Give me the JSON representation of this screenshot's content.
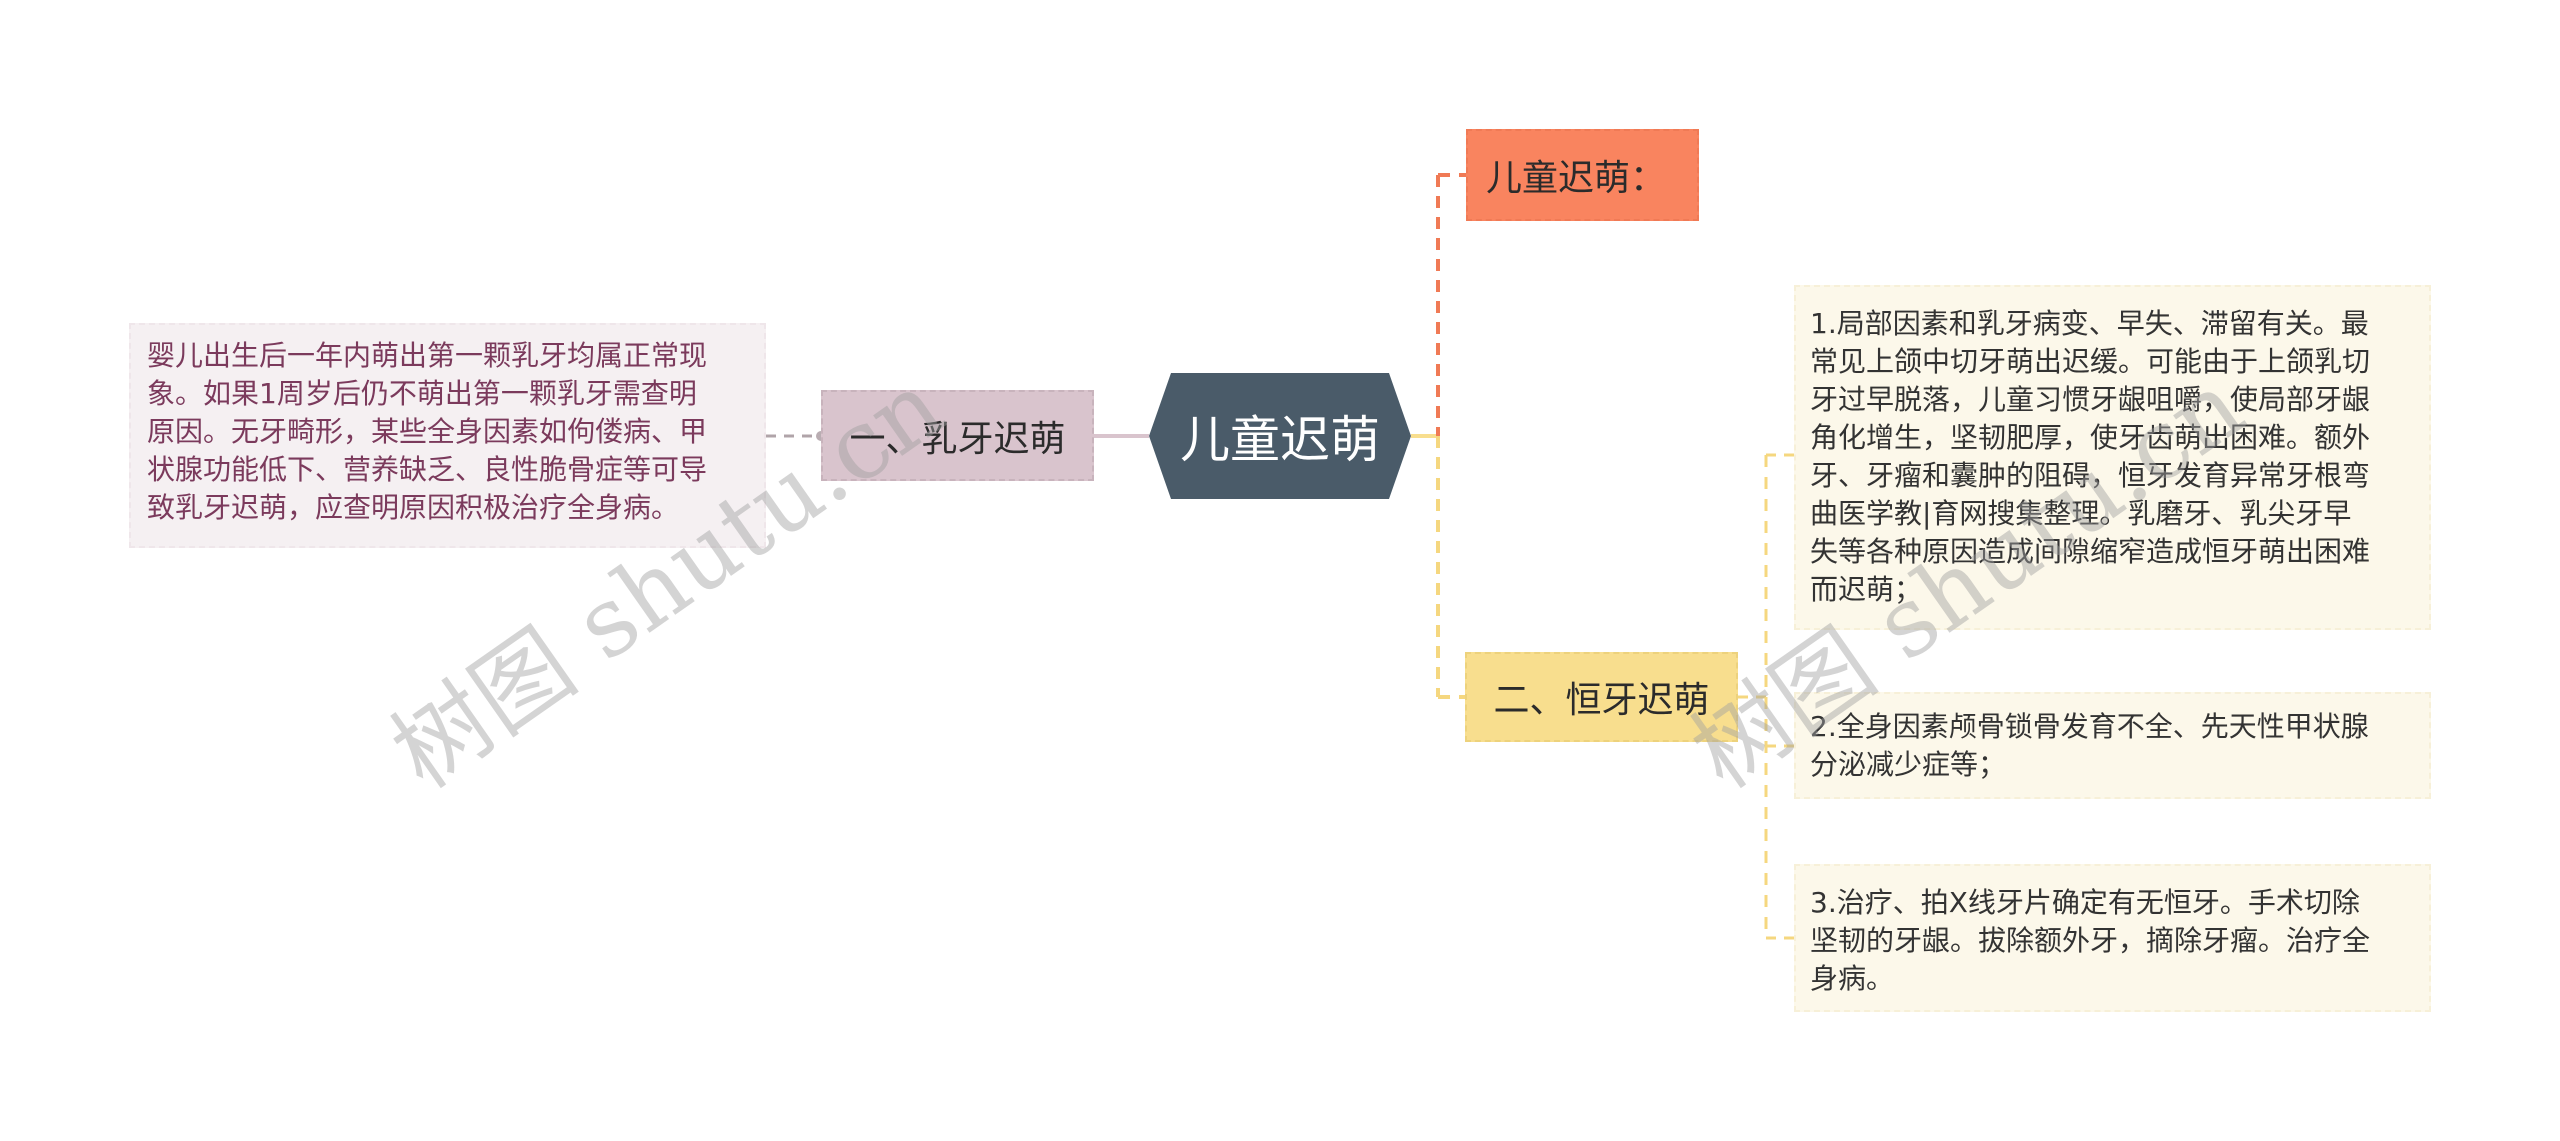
{
  "mindmap": {
    "central": {
      "label": "儿童迟萌",
      "color": "#4a5b69"
    },
    "branches": [
      {
        "label": "一、乳牙迟萌",
        "color": "#d9c4cd",
        "side": "left",
        "children": [
          {
            "text": "婴儿出生后一年内萌出第一颗乳牙均属正常现象。如果1周岁后仍不萌出第一颗乳牙需查明原因。无牙畸形，某些全身因素如佝偻病、甲状腺功能低下、营养缺乏、良性脆骨症等可导致乳牙迟萌，应查明原因积极治疗全身病。",
            "lines": [
              "婴儿出生后一年内萌出第一颗乳牙均属正常现",
              "象。如果1周岁后仍不萌出第一颗乳牙需查明",
              "原因。无牙畸形，某些全身因素如佝偻病、甲",
              "状腺功能低下、营养缺乏、良性脆骨症等可导",
              "致乳牙迟萌，应查明原因积极治疗全身病。"
            ]
          }
        ]
      },
      {
        "label": "儿童迟萌：",
        "color": "#f9845f",
        "side": "right",
        "children": []
      },
      {
        "label": "二、恒牙迟萌",
        "color": "#f8de8e",
        "side": "right",
        "children": [
          {
            "lines": [
              "1.局部因素和乳牙病变、早失、滞留有关。最",
              "常见上颌中切牙萌出迟缓。可能由于上颌乳切",
              "牙过早脱落，儿童习惯牙龈咀嚼，使局部牙龈",
              "角化增生，坚韧肥厚，使牙齿萌出困难。额外",
              "牙、牙瘤和囊肿的阻碍，恒牙发育异常牙根弯",
              "曲医学教|育网搜集整理。乳磨牙、乳尖牙早",
              "失等各种原因造成间隙缩窄造成恒牙萌出困难",
              "而迟萌；"
            ]
          },
          {
            "lines": [
              "2.全身因素颅骨锁骨发育不全、先天性甲状腺",
              "分泌减少症等；"
            ]
          },
          {
            "lines": [
              "3.治疗、拍X线牙片确定有无恒牙。手术切除",
              "坚韧的牙龈。拔除额外牙，摘除牙瘤。治疗全",
              "身病。"
            ]
          }
        ]
      }
    ]
  },
  "watermarks": [
    "树图 shutu.cn",
    "树图 shutu.cn"
  ]
}
